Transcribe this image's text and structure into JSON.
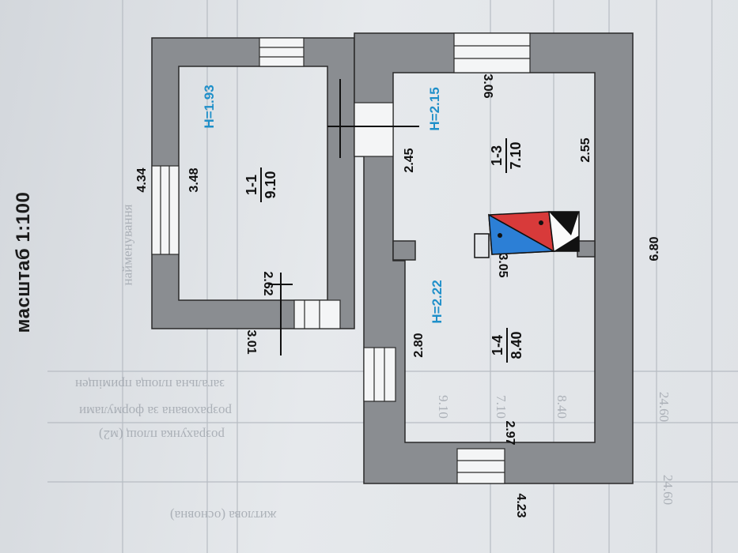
{
  "scale": "масштаб 1:100",
  "overall_width": "6.80",
  "rooms": [
    {
      "id": "1-1",
      "area": "9.10",
      "height": "H=1.93",
      "dims": [
        "3.48",
        "2.62"
      ]
    },
    {
      "id": "1-3",
      "area": "7.10",
      "height": "H=2.15",
      "dims": [
        "2.45",
        "2.55",
        "3.06"
      ]
    },
    {
      "id": "1-4",
      "area": "8.40",
      "height": "H=2.22",
      "dims": [
        "2.80",
        "2.97",
        "3.05"
      ]
    }
  ],
  "external_dims": [
    "4.34",
    "3.01",
    "4.23"
  ],
  "ghost_text": [
    "загальна площа приміщен",
    "розрахована за формулами",
    "розрахунка    площ (м2)",
    "житлова (основна)",
    "9.10",
    "7.10",
    "8.40",
    "24.60",
    "24.60",
    "найменування"
  ],
  "colors": {
    "wall": "#8a8d91",
    "line": "#1a1a1a",
    "height_label": "#1e8fc9",
    "stove_red": "#d83a3a",
    "stove_blue": "#2c7fd6"
  }
}
